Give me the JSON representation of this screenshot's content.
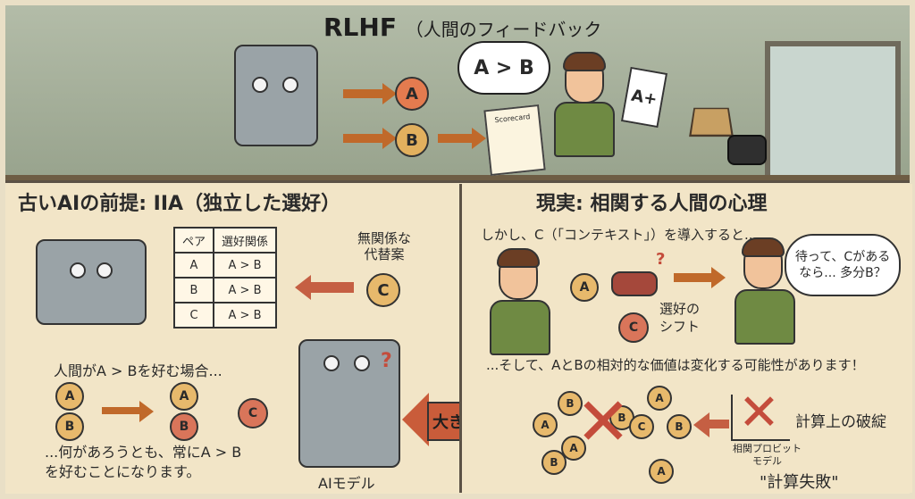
{
  "title": {
    "main": "RLHF",
    "sub": "（人間のフィードバック"
  },
  "top": {
    "bubble": "A > B",
    "choices": [
      "A",
      "B"
    ],
    "scorecard": "Scorecard",
    "card": "A+"
  },
  "left": {
    "heading": "古いAIの前提: IIA（独立した選好）",
    "table": {
      "headers": [
        "ペア",
        "選好関係"
      ],
      "rows": [
        [
          "A",
          "A > B"
        ],
        [
          "B",
          "A > B"
        ],
        [
          "C",
          "A > B"
        ]
      ]
    },
    "irrelevant": {
      "line1": "無関係な",
      "line2": "代替案",
      "circle": "C"
    },
    "case_text": "人間がA > Bを好む場合...",
    "pairs": [
      "A",
      "B",
      "A",
      "B",
      "C"
    ],
    "conclusion_line1": "...何があろうとも、常にA > B",
    "conclusion_line2": "を好むことになります。",
    "model_label": "AIモデル",
    "problem_label": "大きな問題"
  },
  "right": {
    "heading": "現実: 相関する人間の心理",
    "intro": "しかし、C（「コンテキスト」）を導入すると...",
    "shift_label_line1": "選好の",
    "shift_label_line2": "シフト",
    "thought_line1": "待って、Cがある",
    "thought_line2": "なら... 多分B？",
    "statement": "...そして、AとBの相対的な価値は変化する可能性があります！",
    "break_label": "計算上の破綻",
    "chart_label_line1": "相関プロビット",
    "chart_label_line2": "モデル",
    "fail_label": "\"計算失敗\"",
    "circles": [
      "B",
      "A",
      "A",
      "B",
      "C",
      "B",
      "A",
      "B",
      "A"
    ],
    "right_circles": [
      "A",
      "C"
    ]
  }
}
